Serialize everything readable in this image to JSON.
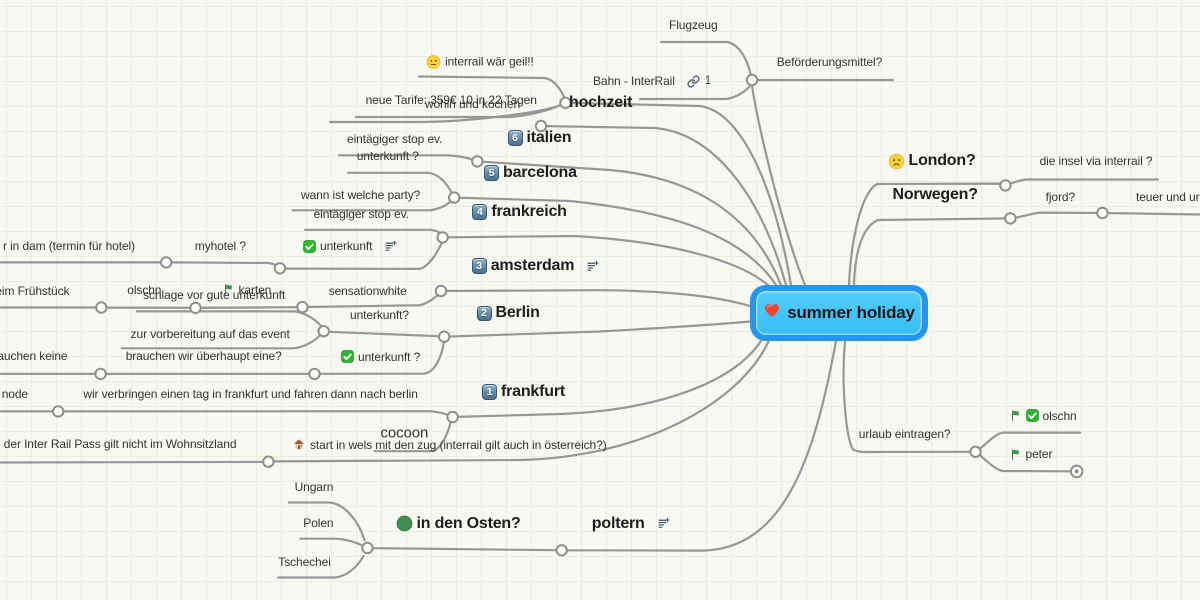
{
  "app": {
    "name": "mind map canvas"
  },
  "colors": {
    "background": "#f8f9f3",
    "grid_line": "#e8efdc",
    "branch_line": "#979797",
    "root_fill": "#41c4f8",
    "root_border": "#2496ef",
    "badge_fill": "#6791ae",
    "checkbox_green": "#2eb430",
    "flag_green": "#2f9e44",
    "dot_green": "#3e8e4d",
    "text_regular": "#3b3b3b",
    "text_bold": "#1d1d1d"
  },
  "mindmap": {
    "nodes": [
      {
        "id": "root",
        "label": "summer holiday",
        "bold": true,
        "icons": [
          "heart"
        ],
        "parent": null
      },
      {
        "id": "befoerderungsmittel",
        "label": "Beförderungsmittel?",
        "parent": "root"
      },
      {
        "id": "flugzeug",
        "label": "Flugzeug",
        "parent": "befoerderungsmittel"
      },
      {
        "id": "bahn-interrail",
        "label": "Bahn - InterRail",
        "icons_after": [
          "link"
        ],
        "link_count": "1",
        "parent": "befoerderungsmittel"
      },
      {
        "id": "hochzeit",
        "label": "hochzeit",
        "bold": true,
        "parent": "root"
      },
      {
        "id": "interrail-waer-geil",
        "label": "interrail wär geil!!",
        "icons": [
          "face-neutral"
        ],
        "parent": "hochzeit"
      },
      {
        "id": "neue-tarife",
        "label": "neue Tarife: 359€ 10 in 22 Tagen",
        "parent": "hochzeit"
      },
      {
        "id": "wohi-und-koch",
        "label": "wohin und kochen",
        "parent": "hochzeit"
      },
      {
        "id": "italien",
        "label": "italien",
        "bold": true,
        "badge": "6",
        "parent": "root"
      },
      {
        "id": "barcelona",
        "label": "barcelona",
        "bold": true,
        "badge": "5",
        "parent": "root"
      },
      {
        "id": "eintaegiger-stop-barcelona",
        "label": "eintägiger stop ev.",
        "parent": "barcelona"
      },
      {
        "id": "unterkunft-barcelona",
        "label": "unterkunft ?",
        "parent": "barcelona"
      },
      {
        "id": "frankreich",
        "label": "frankreich",
        "bold": true,
        "badge": "4",
        "parent": "root"
      },
      {
        "id": "wann-welche-party",
        "label": "wann ist welche party?",
        "parent": "frankreich"
      },
      {
        "id": "eintaegiger-stop-frankreich",
        "label": "eintägiger stop ev.",
        "parent": "frankreich"
      },
      {
        "id": "amsterdam",
        "label": "amsterdam",
        "bold": true,
        "badge": "3",
        "icons_after": [
          "notes"
        ],
        "parent": "root"
      },
      {
        "id": "unterkunft-amsterdam",
        "label": "unterkunft",
        "icons": [
          "checkbox"
        ],
        "icons_after": [
          "notes"
        ],
        "parent": "amsterdam"
      },
      {
        "id": "myhotel",
        "label": "myhotel ?",
        "parent": "unterkunft-amsterdam"
      },
      {
        "id": "r-in-dam",
        "label": "r in dam (termin für hotel)",
        "parent": "myhotel"
      },
      {
        "id": "berlin",
        "label": "Berlin",
        "bold": true,
        "badge": "2",
        "parent": "root"
      },
      {
        "id": "sensationwhite",
        "label": "sensationwhite",
        "parent": "berlin"
      },
      {
        "id": "schlage-vor",
        "label": "schlage vor gute unterkunft",
        "parent": "sensationwhite"
      },
      {
        "id": "olschn-berlin",
        "label": "olschn",
        "parent": "schlage-vor"
      },
      {
        "id": "karten",
        "label": "karten",
        "icons": [
          "flag"
        ],
        "parent": "schlage-vor"
      },
      {
        "id": "eim-fruehstueck",
        "label": "eim Frühstück",
        "parent": "olschn-berlin"
      },
      {
        "id": "unterkunft-berlin",
        "label": "unterkunft?",
        "parent": "berlin"
      },
      {
        "id": "zur-vorbereitung",
        "label": "zur vorbereitung auf das event",
        "parent": "unterkunft-berlin"
      },
      {
        "id": "unterkunft-frage",
        "label": "unterkunft ?",
        "icons": [
          "checkbox"
        ],
        "parent": "unterkunft-berlin"
      },
      {
        "id": "brauchen-wir",
        "label": "brauchen wir überhaupt eine?",
        "parent": "unterkunft-frage"
      },
      {
        "id": "auchen-keine",
        "label": "auchen keine",
        "parent": "brauchen-wir"
      },
      {
        "id": "frankfurt",
        "label": "frankfurt",
        "bold": true,
        "badge": "1",
        "parent": "root"
      },
      {
        "id": "wir-verbringen",
        "label": "wir verbringen einen tag in frankfurt und fahren dann nach berlin",
        "parent": "frankfurt"
      },
      {
        "id": "node-cut",
        "label": "node",
        "parent": "wir-verbringen"
      },
      {
        "id": "cocoon",
        "label": "cocoon",
        "parent": "frankfurt"
      },
      {
        "id": "start-in-wels",
        "label": "start in wels mit den zug (interrail gilt auch in österreich?)",
        "icons": [
          "house"
        ],
        "parent": "frankfurt"
      },
      {
        "id": "inter-rail-pass",
        "label": "der Inter Rail Pass gilt nicht im Wohnsitzland",
        "parent": "start-in-wels"
      },
      {
        "id": "poltern",
        "label": "poltern",
        "bold": true,
        "icons_after": [
          "notes"
        ],
        "parent": "root"
      },
      {
        "id": "in-den-osten",
        "label": "in den Osten?",
        "bold": true,
        "icons": [
          "green-dot"
        ],
        "parent": "poltern"
      },
      {
        "id": "ungarn",
        "label": "Ungarn",
        "parent": "in-den-osten"
      },
      {
        "id": "polen",
        "label": "Polen",
        "parent": "in-den-osten"
      },
      {
        "id": "tschechei",
        "label": "Tschechei",
        "parent": "in-den-osten"
      },
      {
        "id": "london",
        "label": "London?",
        "bold": true,
        "icons": [
          "face-frown"
        ],
        "parent": "root"
      },
      {
        "id": "die-insel",
        "label": "die insel via interrail ?",
        "parent": "london"
      },
      {
        "id": "norwegen",
        "label": "Norwegen?",
        "bold": true,
        "parent": "root"
      },
      {
        "id": "fjord",
        "label": "fjord?",
        "parent": "norwegen"
      },
      {
        "id": "teuer-und",
        "label": "teuer und ur",
        "parent": "fjord"
      },
      {
        "id": "urlaub-eintragen",
        "label": "urlaub eintragen?",
        "parent": "root"
      },
      {
        "id": "olschn-urlaub",
        "label": "olschn",
        "icons": [
          "flag",
          "checkbox"
        ],
        "parent": "urlaub-eintragen"
      },
      {
        "id": "peter",
        "label": "peter",
        "icons": [
          "flag"
        ],
        "parent": "urlaub-eintragen"
      }
    ]
  }
}
